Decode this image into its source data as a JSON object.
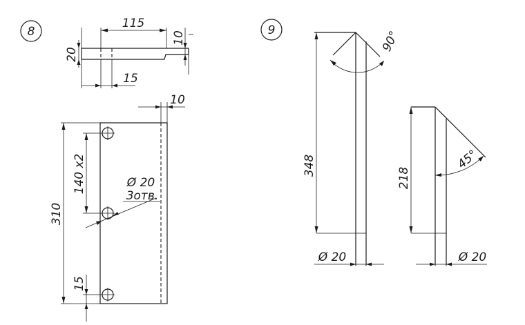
{
  "figures": [
    {
      "number": "8",
      "dimensions": {
        "length": "115",
        "tab_thickness": "10",
        "height_top": "20",
        "hole_offset_top": "15",
        "tab_side": "10",
        "hole_spacing": "140 x2",
        "total_length": "310",
        "hole_diameter": "Ø 20",
        "hole_count": "3отв.",
        "hole_offset_bottom": "15"
      }
    },
    {
      "number": "9",
      "dimensions": {
        "angle_long": "90°",
        "length_long": "348",
        "diameter_long": "Ø 20",
        "angle_short": "45°",
        "length_short": "218",
        "diameter_short": "Ø 20"
      }
    }
  ]
}
